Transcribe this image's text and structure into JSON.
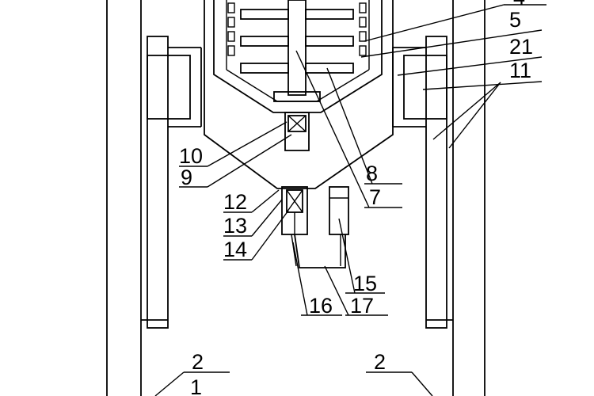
{
  "figure": {
    "labels": {
      "l4": "4",
      "l5": "5",
      "l21": "21",
      "l11": "11",
      "l10": "10",
      "l9": "9",
      "l8": "8",
      "l7": "7",
      "l12": "12",
      "l13": "13",
      "l14": "14",
      "l15": "15",
      "l16": "16",
      "l17": "17",
      "l2_left": "2",
      "l2_right": "2",
      "l1": "1"
    }
  }
}
